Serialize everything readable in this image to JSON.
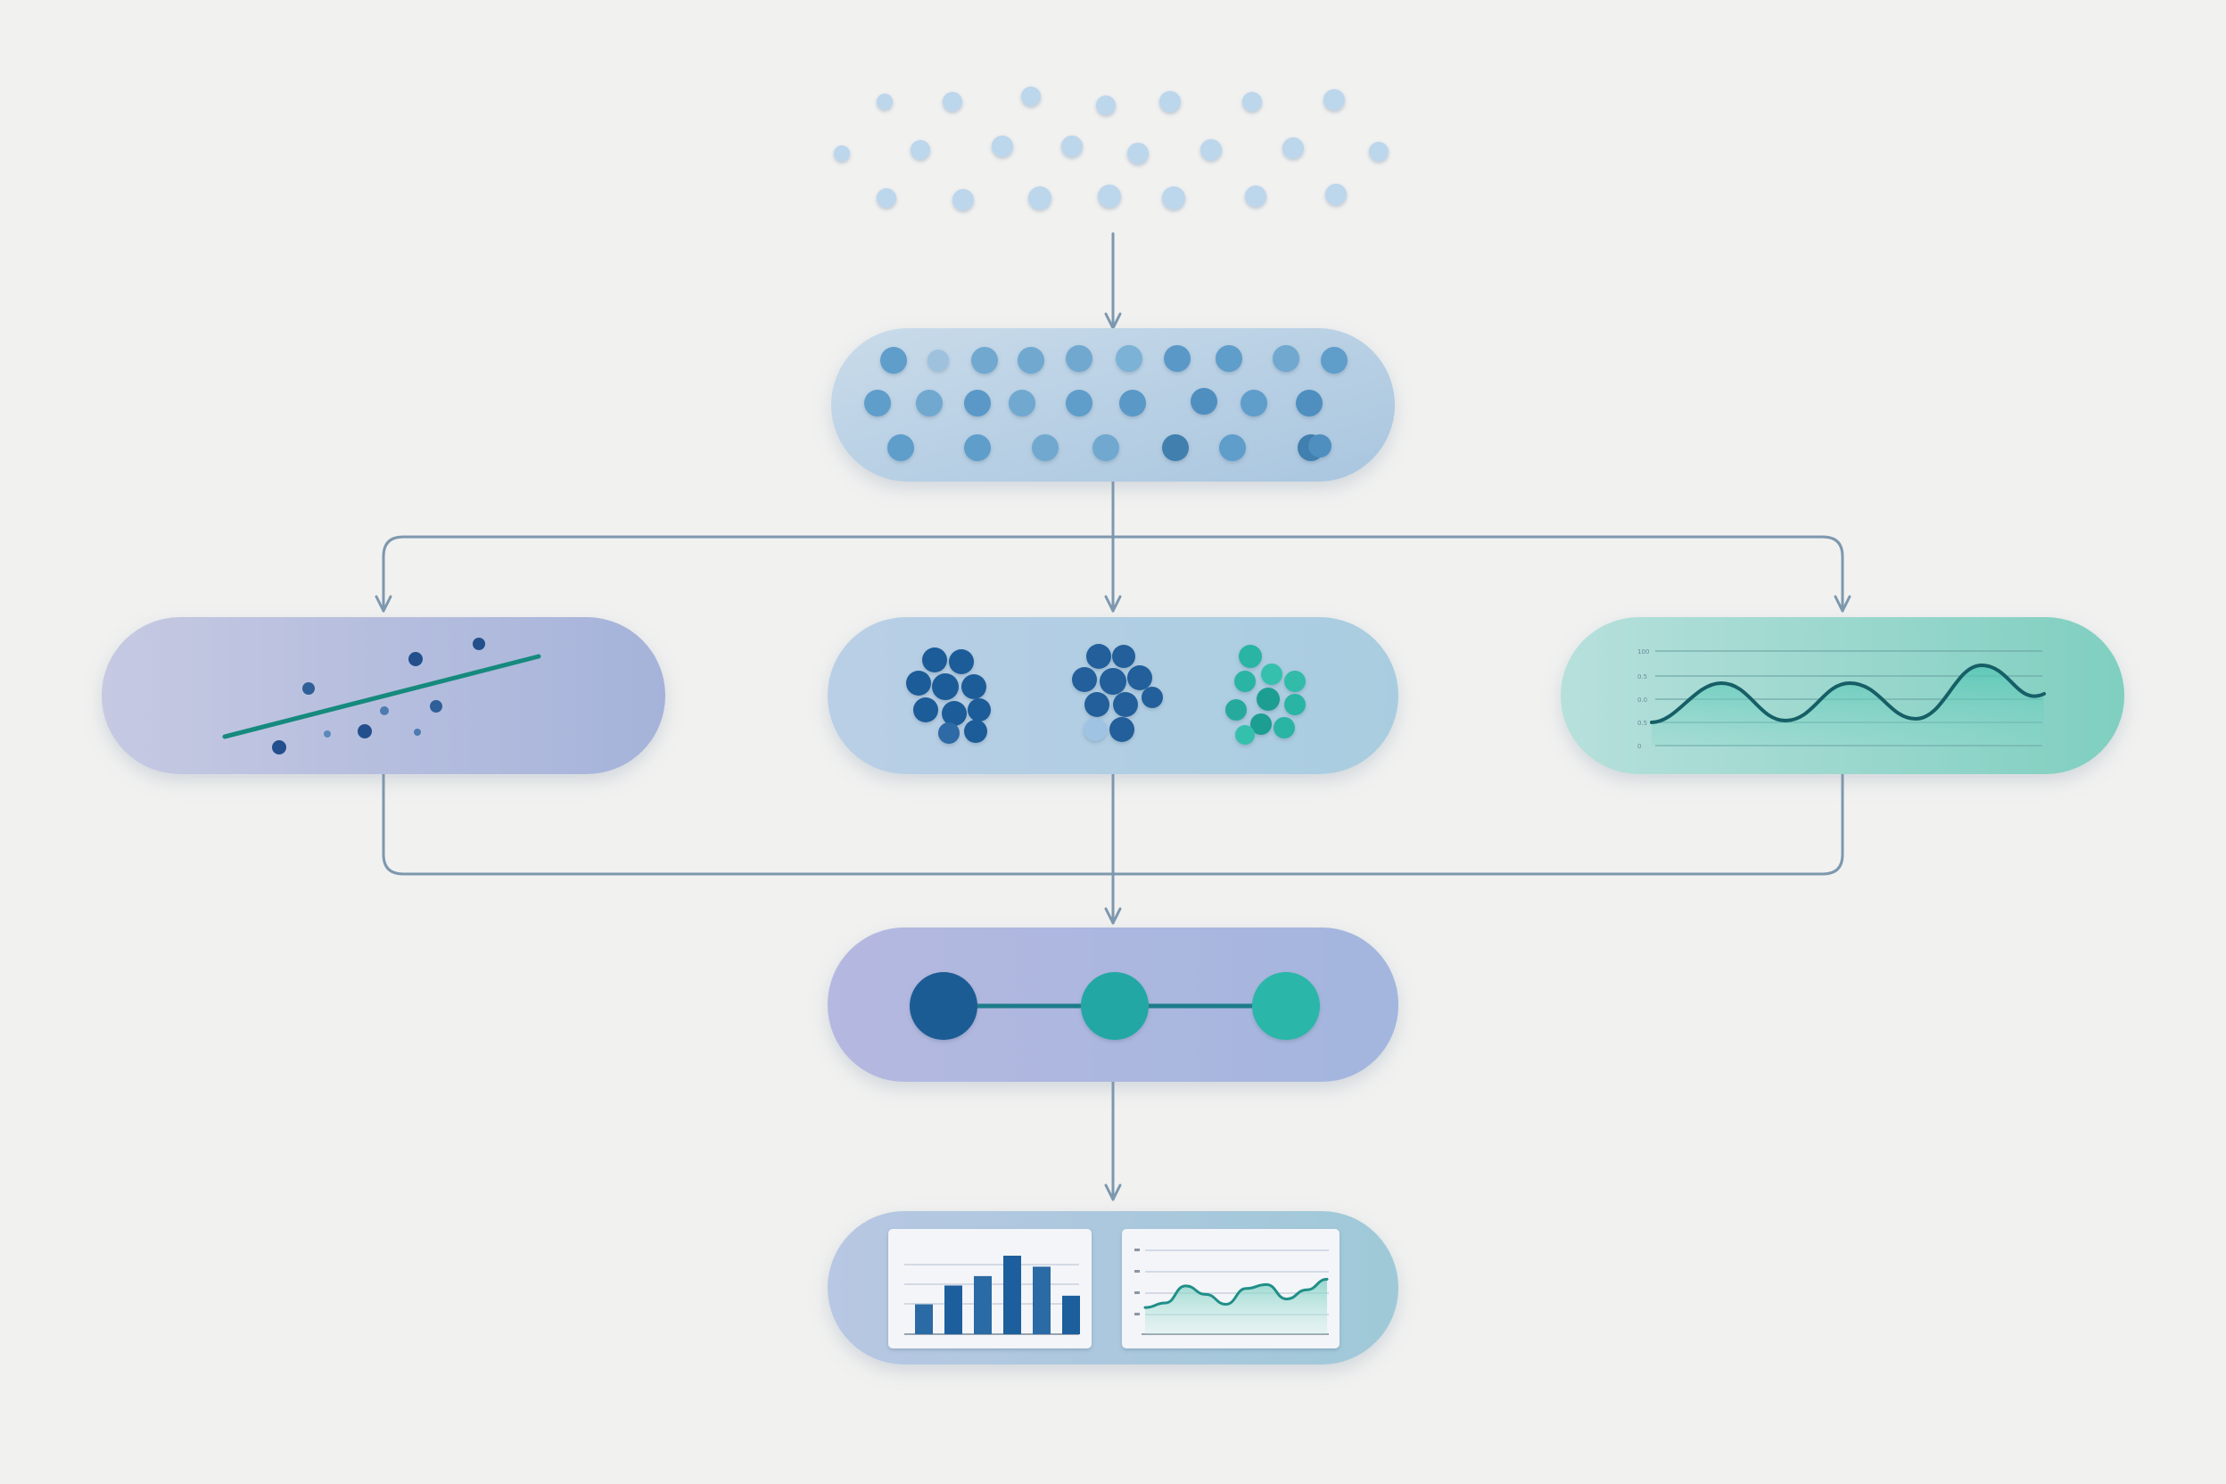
{
  "diagram": {
    "type": "flowchart",
    "colors": {
      "background": "#f1f1f0",
      "connector": "#7d98ae",
      "data_light": "#b9d4e9",
      "data_mid": "#6aa3cd",
      "data_dark": "#3f7fae",
      "navy": "#1e5a94",
      "teal": "#2bb6a7",
      "teal_dark": "#168474",
      "lavender": "#aab3dc",
      "mint": "#86d6c8"
    },
    "stages": [
      {
        "id": "raw-points",
        "icon": "scattered-dots-icon"
      },
      {
        "id": "collected-data",
        "icon": "dot-grid-icon"
      },
      {
        "id": "regression",
        "icon": "trend-line-icon"
      },
      {
        "id": "clustering",
        "icon": "cluster-icon"
      },
      {
        "id": "time-series",
        "icon": "wave-chart-icon"
      },
      {
        "id": "pipeline",
        "icon": "three-node-icon"
      },
      {
        "id": "dashboard",
        "icon": "report-charts-icon"
      }
    ],
    "chart_ticks": [
      "100",
      "0.5",
      "0.0",
      "0.5",
      "0"
    ],
    "report": {
      "bars": [
        0.38,
        0.62,
        0.74,
        1.0,
        0.86,
        0.49
      ],
      "wave": [
        0.35,
        0.42,
        0.68,
        0.55,
        0.4,
        0.64,
        0.7,
        0.48,
        0.62,
        0.78
      ]
    }
  }
}
